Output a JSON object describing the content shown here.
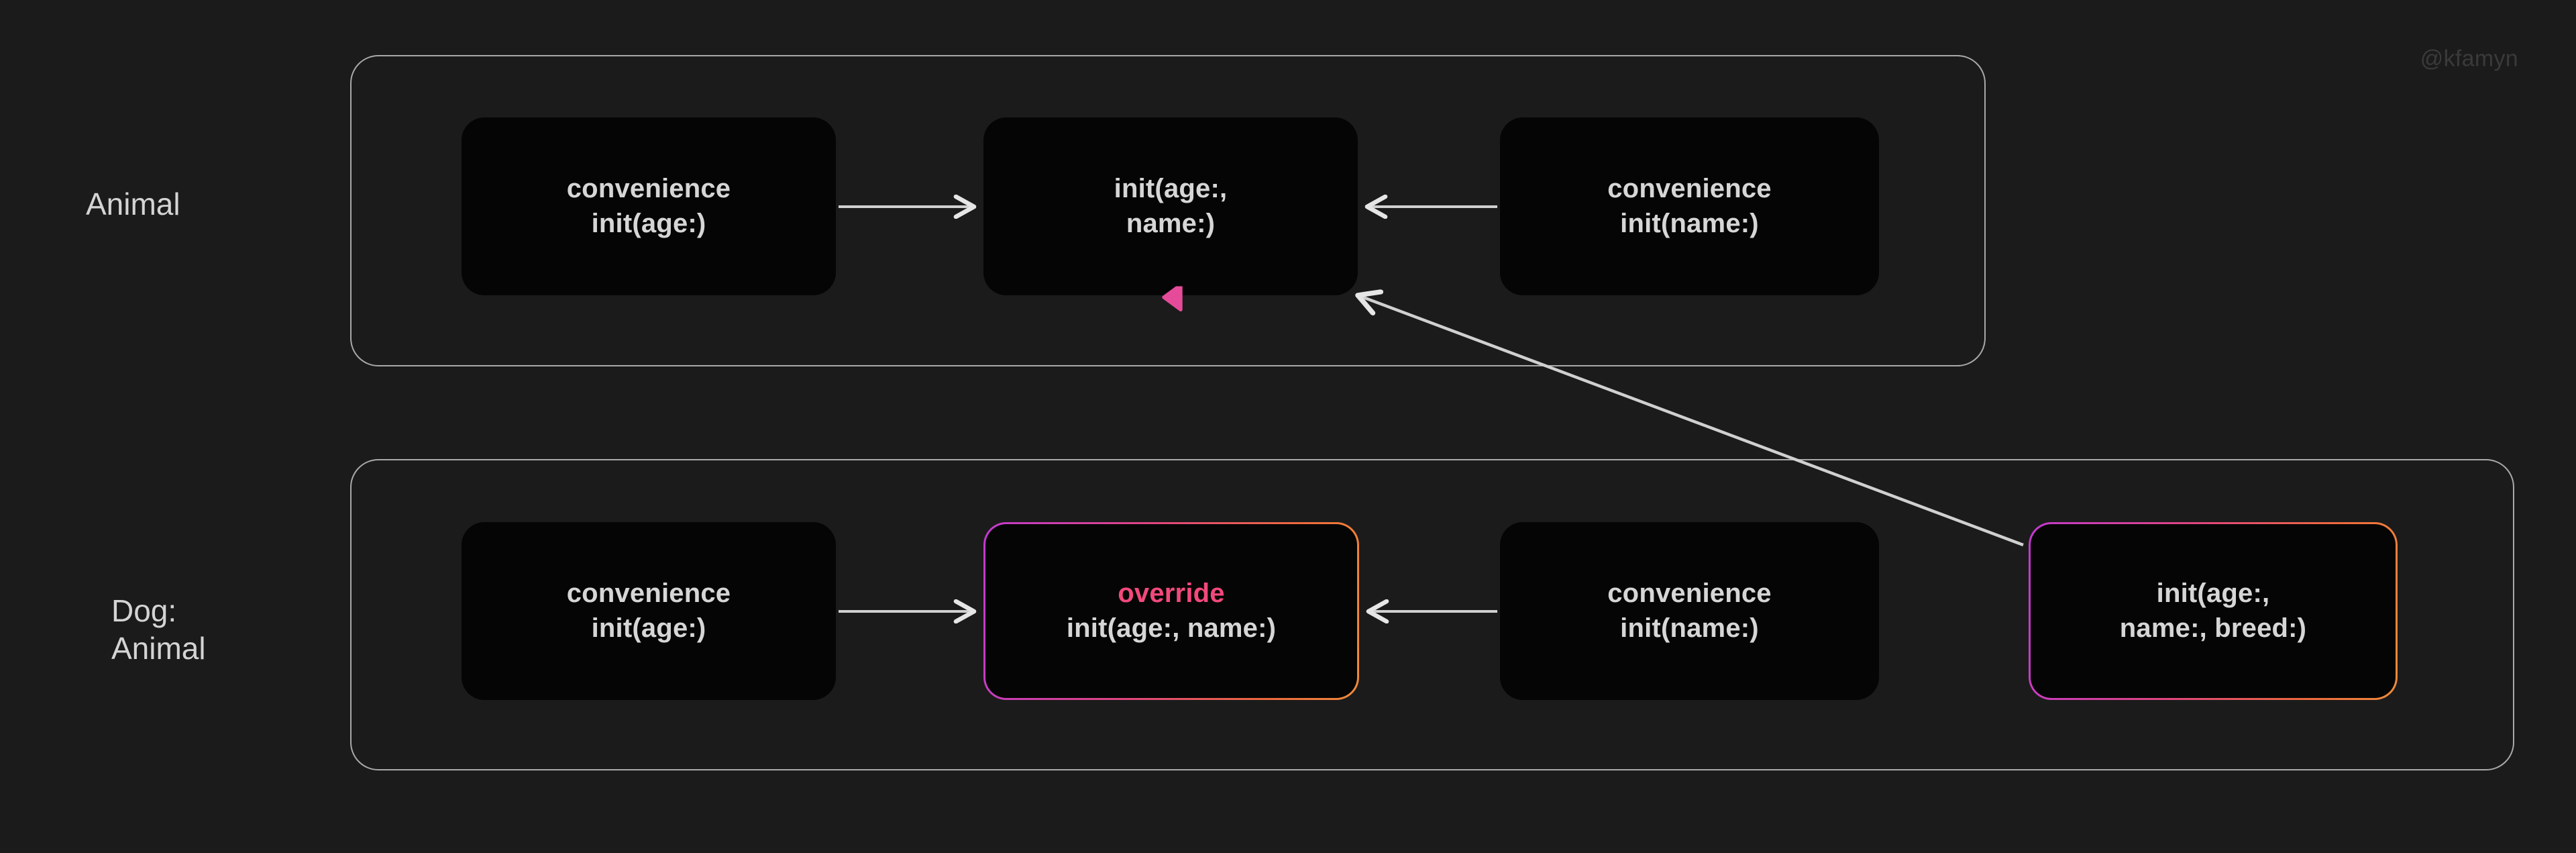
{
  "diagram": {
    "title_watermark": "@kfamyn",
    "background_color": "#1b1b1b",
    "node_fill_color": "#050505",
    "group_border_color": "#a9a9a9",
    "accent_gradient": [
      "#c23ad0",
      "#e0457f",
      "#ef6a3d",
      "#f08b3a"
    ],
    "override_keyword_color": "#f2497c",
    "connector_color": "#d0d0d0",
    "rows": [
      {
        "id": "animal",
        "label": "Animal",
        "nodes": [
          {
            "id": "animal-convenience-age",
            "text": "convenience\ninit(age:)",
            "style": "plain"
          },
          {
            "id": "animal-designated",
            "text": "init(age:,\nname:)",
            "style": "plain"
          },
          {
            "id": "animal-convenience-name",
            "text": "convenience\ninit(name:)",
            "style": "plain"
          }
        ]
      },
      {
        "id": "dog",
        "label": "Dog:\nAnimal",
        "nodes": [
          {
            "id": "dog-convenience-age",
            "text": "convenience\ninit(age:)",
            "style": "plain"
          },
          {
            "id": "dog-override",
            "keyword": "override",
            "text": "init(age:, name:)",
            "style": "gradient"
          },
          {
            "id": "dog-convenience-name",
            "text": "convenience\ninit(name:)",
            "style": "plain"
          },
          {
            "id": "dog-designated-breed",
            "text": "init(age:,\nname:, breed:)",
            "style": "gradient"
          }
        ]
      }
    ],
    "edges": [
      {
        "id": "animal-age-to-designated",
        "from": "animal-convenience-age",
        "to": "animal-designated",
        "color": "#d0d0d0",
        "direction": "right"
      },
      {
        "id": "animal-name-to-designated",
        "from": "animal-convenience-name",
        "to": "animal-designated",
        "color": "#d0d0d0",
        "direction": "left"
      },
      {
        "id": "dog-age-to-override",
        "from": "dog-convenience-age",
        "to": "dog-override",
        "color": "#d0d0d0",
        "direction": "right"
      },
      {
        "id": "dog-name-to-override",
        "from": "dog-convenience-name",
        "to": "dog-override",
        "color": "#d0d0d0",
        "direction": "left"
      },
      {
        "id": "dog-override-to-animal-super",
        "from": "dog-override",
        "to": "animal-designated",
        "color": "#e94f8f",
        "direction": "up"
      },
      {
        "id": "dog-breed-to-animal-name",
        "from": "dog-designated-breed",
        "to": "animal-convenience-name",
        "color": "#d0d0d0",
        "direction": "up-left"
      }
    ]
  }
}
